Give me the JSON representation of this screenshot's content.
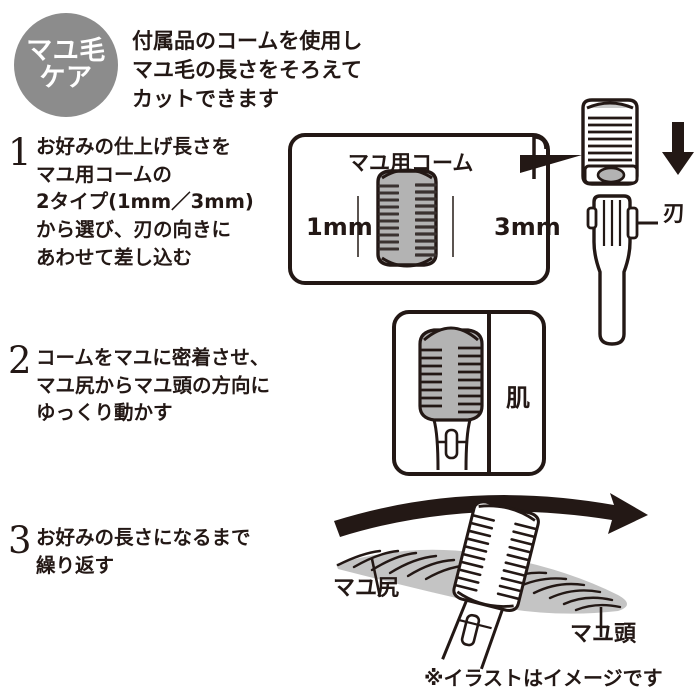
{
  "badge": {
    "line1": "マユ毛",
    "line2": "ケア",
    "color": "#8c8c8c"
  },
  "lede": {
    "line1": "付属品のコームを使用し",
    "line2": "マユ毛の長さをそろえて",
    "line3": "カットできます"
  },
  "steps": [
    {
      "number": "1",
      "lines": [
        "お好みの仕上げ長さを",
        "マユ用コームの",
        "2タイプ(1mm／3mm)",
        "から選び、刃の向きに",
        "あわせて差し込む"
      ]
    },
    {
      "number": "2",
      "lines": [
        "コームをマユに密着させ、",
        "マユ尻からマユ頭の方向に",
        "ゆっくり動かす"
      ]
    },
    {
      "number": "3",
      "lines": [
        "お好みの長さになるまで",
        "繰り返す"
      ]
    }
  ],
  "panel1": {
    "comb_label": "マユ用コーム",
    "mm_left": "1mm",
    "mm_right": "3mm"
  },
  "panel2": {
    "skin_label": "肌"
  },
  "device": {
    "blade_label": "刃"
  },
  "panel3": {
    "tail_label": "マユ尻",
    "head_label": "マユ頭"
  },
  "disclaimer": "※イラストはイメージです",
  "colors": {
    "ink": "#231815",
    "gray_fill": "#b3b3b3",
    "badge_gray": "#8c8c8c"
  }
}
